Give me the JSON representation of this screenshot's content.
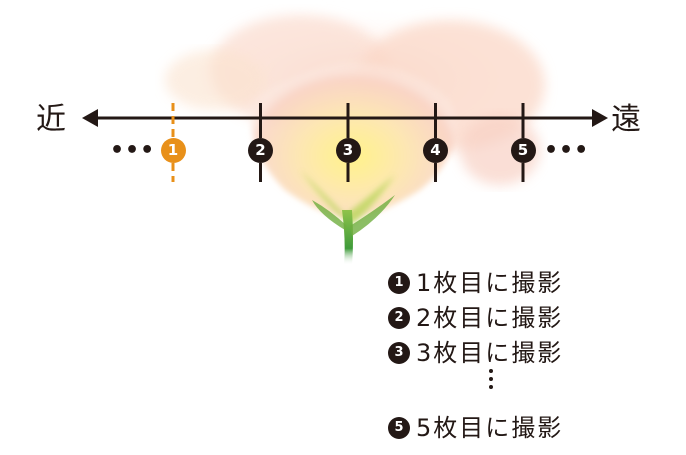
{
  "axis": {
    "near_label": "近",
    "far_label": "遠",
    "left_more": "•••",
    "right_more": "•••",
    "markers": [
      {
        "label": "1",
        "color": "#e8901a",
        "style": "dashed"
      },
      {
        "label": "2",
        "color": "#231815",
        "style": "solid"
      },
      {
        "label": "3",
        "color": "#231815",
        "style": "solid"
      },
      {
        "label": "4",
        "color": "#231815",
        "style": "solid"
      },
      {
        "label": "5",
        "color": "#231815",
        "style": "solid"
      }
    ]
  },
  "legend": {
    "items": [
      {
        "badge": "1",
        "text": "1枚目に撮影"
      },
      {
        "badge": "2",
        "text": "2枚目に撮影"
      },
      {
        "badge": "3",
        "text": "3枚目に撮影"
      },
      {
        "badge": "5",
        "text": "5枚目に撮影"
      }
    ]
  },
  "colors": {
    "axis": "#231815",
    "accent": "#e8901a"
  }
}
